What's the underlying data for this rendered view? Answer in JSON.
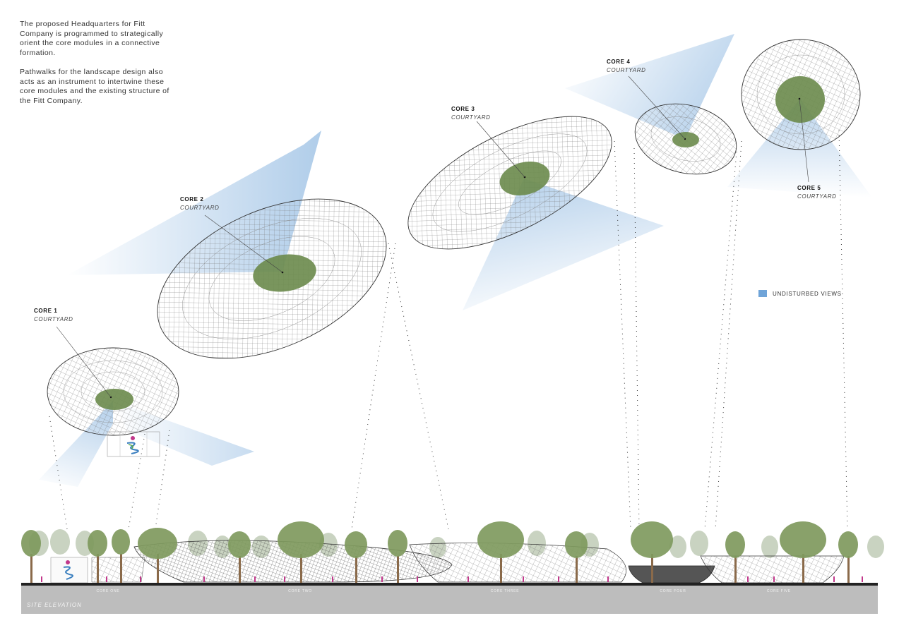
{
  "intro": {
    "paragraph1": "The proposed Headquarters for Fitt Company  is programmed to strategically orient the core modules in a connective formation.",
    "paragraph2": "Pathwalks for the landscape design also acts as an instrument to intertwine these core modules and the existing structure of the Fitt Company."
  },
  "cores": [
    {
      "title": "CORE 1",
      "subtitle": "COURTYARD"
    },
    {
      "title": "CORE 2",
      "subtitle": "COURTYARD"
    },
    {
      "title": "CORE 3",
      "subtitle": "COURTYARD"
    },
    {
      "title": "CORE 4",
      "subtitle": "COURTYARD"
    },
    {
      "title": "CORE 5",
      "subtitle": "COURTYARD"
    }
  ],
  "legend": {
    "label": "UNDISTURBED VIEWS",
    "color": "#6fa4d8"
  },
  "elevation": {
    "title": "SITE ELEVATION",
    "labels": [
      "CORE ONE",
      "CORE TWO",
      "CORE THREE",
      "CORE FOUR",
      "CORE FIVE"
    ]
  },
  "colors": {
    "courtyard": "#6e8c4f",
    "view_cone": "#6fa4d8",
    "ground": "#bdbdbd",
    "tree": "#7f9a5e",
    "tree_light": "#c9d3c1",
    "person": "#c2388b"
  }
}
